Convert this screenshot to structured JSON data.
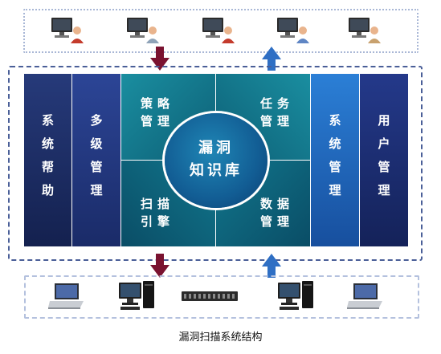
{
  "columns": {
    "help": "系统帮助",
    "multilevel": "多级管理",
    "system": "系统管理",
    "user": "用户管理"
  },
  "quadrants": {
    "policy_line1": "策略",
    "policy_line2": "管理",
    "task_line1": "任务",
    "task_line2": "管理",
    "scan_line1": "扫描",
    "scan_line2": "引擎",
    "data_line1": "数据",
    "data_line2": "管理"
  },
  "center": {
    "line1": "漏洞",
    "line2": "知识库"
  },
  "caption": "漏洞扫描系统结构",
  "icons": {
    "top_row": [
      "user-pc-icon",
      "user-pc-icon",
      "user-pc-icon",
      "user-pc-icon",
      "user-pc-icon"
    ],
    "bottom_row": [
      "laptop-icon",
      "desktop-icon",
      "network-switch-icon",
      "desktop-icon",
      "laptop-icon"
    ]
  },
  "colors": {
    "dark_navy": "#1c2a66",
    "teal": "#0f6f86",
    "blue": "#1f62b5",
    "arrow_down": "#7a1230",
    "arrow_up": "#2f6fc4"
  }
}
